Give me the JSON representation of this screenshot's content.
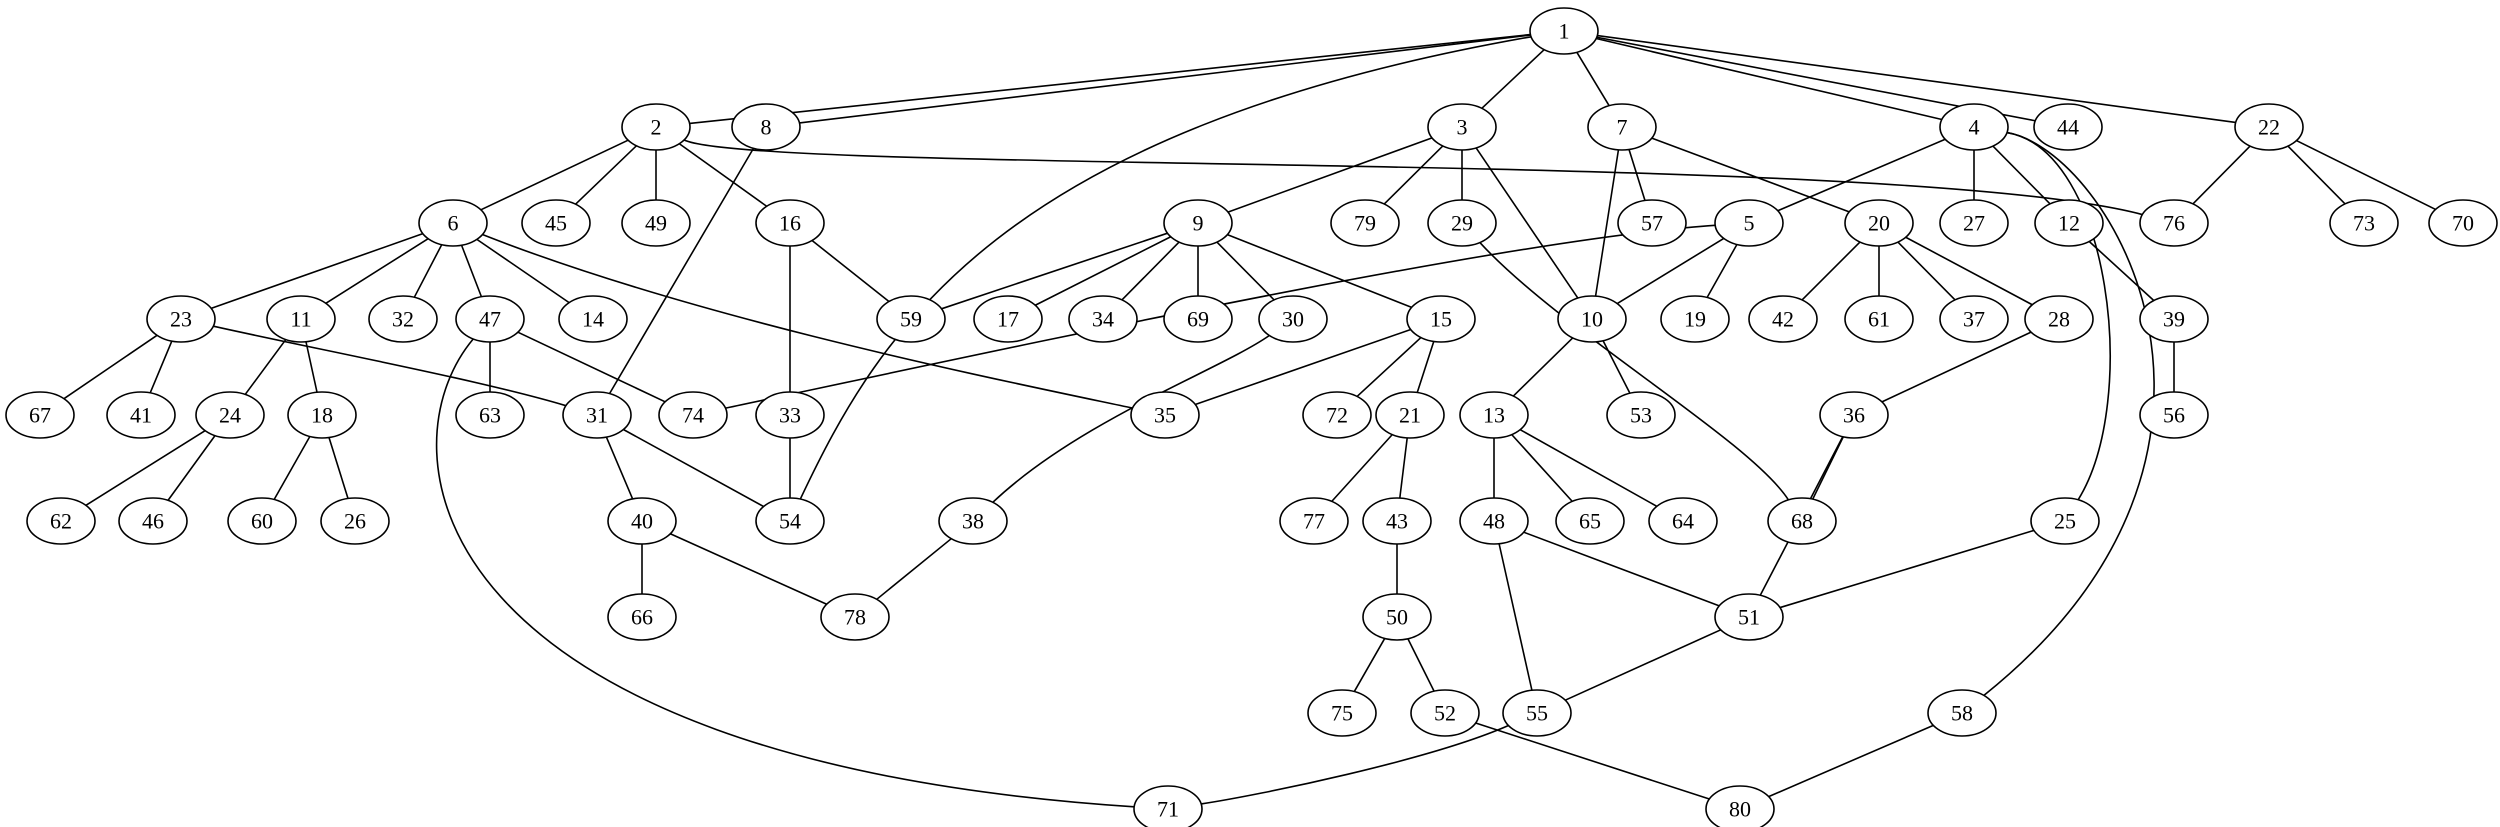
{
  "graph": {
    "nodes": [
      "1",
      "2",
      "3",
      "4",
      "5",
      "6",
      "7",
      "8",
      "9",
      "10",
      "11",
      "12",
      "13",
      "14",
      "15",
      "16",
      "17",
      "18",
      "19",
      "20",
      "21",
      "22",
      "23",
      "24",
      "25",
      "26",
      "27",
      "28",
      "29",
      "30",
      "31",
      "32",
      "33",
      "34",
      "35",
      "36",
      "37",
      "38",
      "39",
      "40",
      "41",
      "42",
      "43",
      "44",
      "45",
      "46",
      "47",
      "48",
      "49",
      "50",
      "51",
      "52",
      "53",
      "54",
      "55",
      "56",
      "57",
      "58",
      "59",
      "60",
      "61",
      "62",
      "63",
      "64",
      "65",
      "66",
      "67",
      "68",
      "69",
      "70",
      "71",
      "72",
      "73",
      "74",
      "75",
      "76",
      "77",
      "78",
      "79",
      "80"
    ],
    "edges": [
      [
        "1",
        "2"
      ],
      [
        "1",
        "3"
      ],
      [
        "1",
        "7"
      ],
      [
        "1",
        "4"
      ],
      [
        "1",
        "44"
      ],
      [
        "1",
        "22"
      ],
      [
        "1",
        "8"
      ],
      [
        "1",
        "54"
      ],
      [
        "2",
        "6"
      ],
      [
        "2",
        "45"
      ],
      [
        "2",
        "49"
      ],
      [
        "2",
        "16"
      ],
      [
        "2",
        "76"
      ],
      [
        "3",
        "9"
      ],
      [
        "3",
        "79"
      ],
      [
        "3",
        "29"
      ],
      [
        "3",
        "10"
      ],
      [
        "7",
        "57"
      ],
      [
        "7",
        "20"
      ],
      [
        "7",
        "10"
      ],
      [
        "4",
        "5"
      ],
      [
        "4",
        "27"
      ],
      [
        "4",
        "12"
      ],
      [
        "4",
        "25"
      ],
      [
        "4",
        "58"
      ],
      [
        "22",
        "76"
      ],
      [
        "22",
        "73"
      ],
      [
        "22",
        "70"
      ],
      [
        "8",
        "31"
      ],
      [
        "6",
        "23"
      ],
      [
        "6",
        "11"
      ],
      [
        "6",
        "32"
      ],
      [
        "6",
        "47"
      ],
      [
        "6",
        "14"
      ],
      [
        "6",
        "35"
      ],
      [
        "16",
        "59"
      ],
      [
        "16",
        "33"
      ],
      [
        "9",
        "59"
      ],
      [
        "9",
        "17"
      ],
      [
        "9",
        "34"
      ],
      [
        "9",
        "69"
      ],
      [
        "9",
        "30"
      ],
      [
        "9",
        "15"
      ],
      [
        "29",
        "68"
      ],
      [
        "5",
        "10"
      ],
      [
        "5",
        "19"
      ],
      [
        "5",
        "74"
      ],
      [
        "20",
        "42"
      ],
      [
        "20",
        "61"
      ],
      [
        "20",
        "37"
      ],
      [
        "20",
        "28"
      ],
      [
        "12",
        "39"
      ],
      [
        "23",
        "67"
      ],
      [
        "23",
        "41"
      ],
      [
        "23",
        "31"
      ],
      [
        "11",
        "24"
      ],
      [
        "11",
        "18"
      ],
      [
        "47",
        "63"
      ],
      [
        "47",
        "74"
      ],
      [
        "47",
        "71"
      ],
      [
        "15",
        "35"
      ],
      [
        "15",
        "72"
      ],
      [
        "15",
        "21"
      ],
      [
        "30",
        "38"
      ],
      [
        "10",
        "13"
      ],
      [
        "10",
        "53"
      ],
      [
        "28",
        "36"
      ],
      [
        "39",
        "56"
      ],
      [
        "24",
        "62"
      ],
      [
        "24",
        "46"
      ],
      [
        "18",
        "60"
      ],
      [
        "18",
        "26"
      ],
      [
        "31",
        "40"
      ],
      [
        "31",
        "54"
      ],
      [
        "33",
        "54"
      ],
      [
        "21",
        "77"
      ],
      [
        "21",
        "43"
      ],
      [
        "13",
        "48"
      ],
      [
        "13",
        "65"
      ],
      [
        "13",
        "64"
      ],
      [
        "36",
        "68"
      ],
      [
        "36",
        "51"
      ],
      [
        "40",
        "66"
      ],
      [
        "40",
        "78"
      ],
      [
        "38",
        "78"
      ],
      [
        "48",
        "51"
      ],
      [
        "48",
        "55"
      ],
      [
        "25",
        "51"
      ],
      [
        "43",
        "50"
      ],
      [
        "50",
        "75"
      ],
      [
        "50",
        "52"
      ],
      [
        "51",
        "55"
      ],
      [
        "55",
        "71"
      ],
      [
        "52",
        "80"
      ],
      [
        "58",
        "80"
      ]
    ]
  }
}
